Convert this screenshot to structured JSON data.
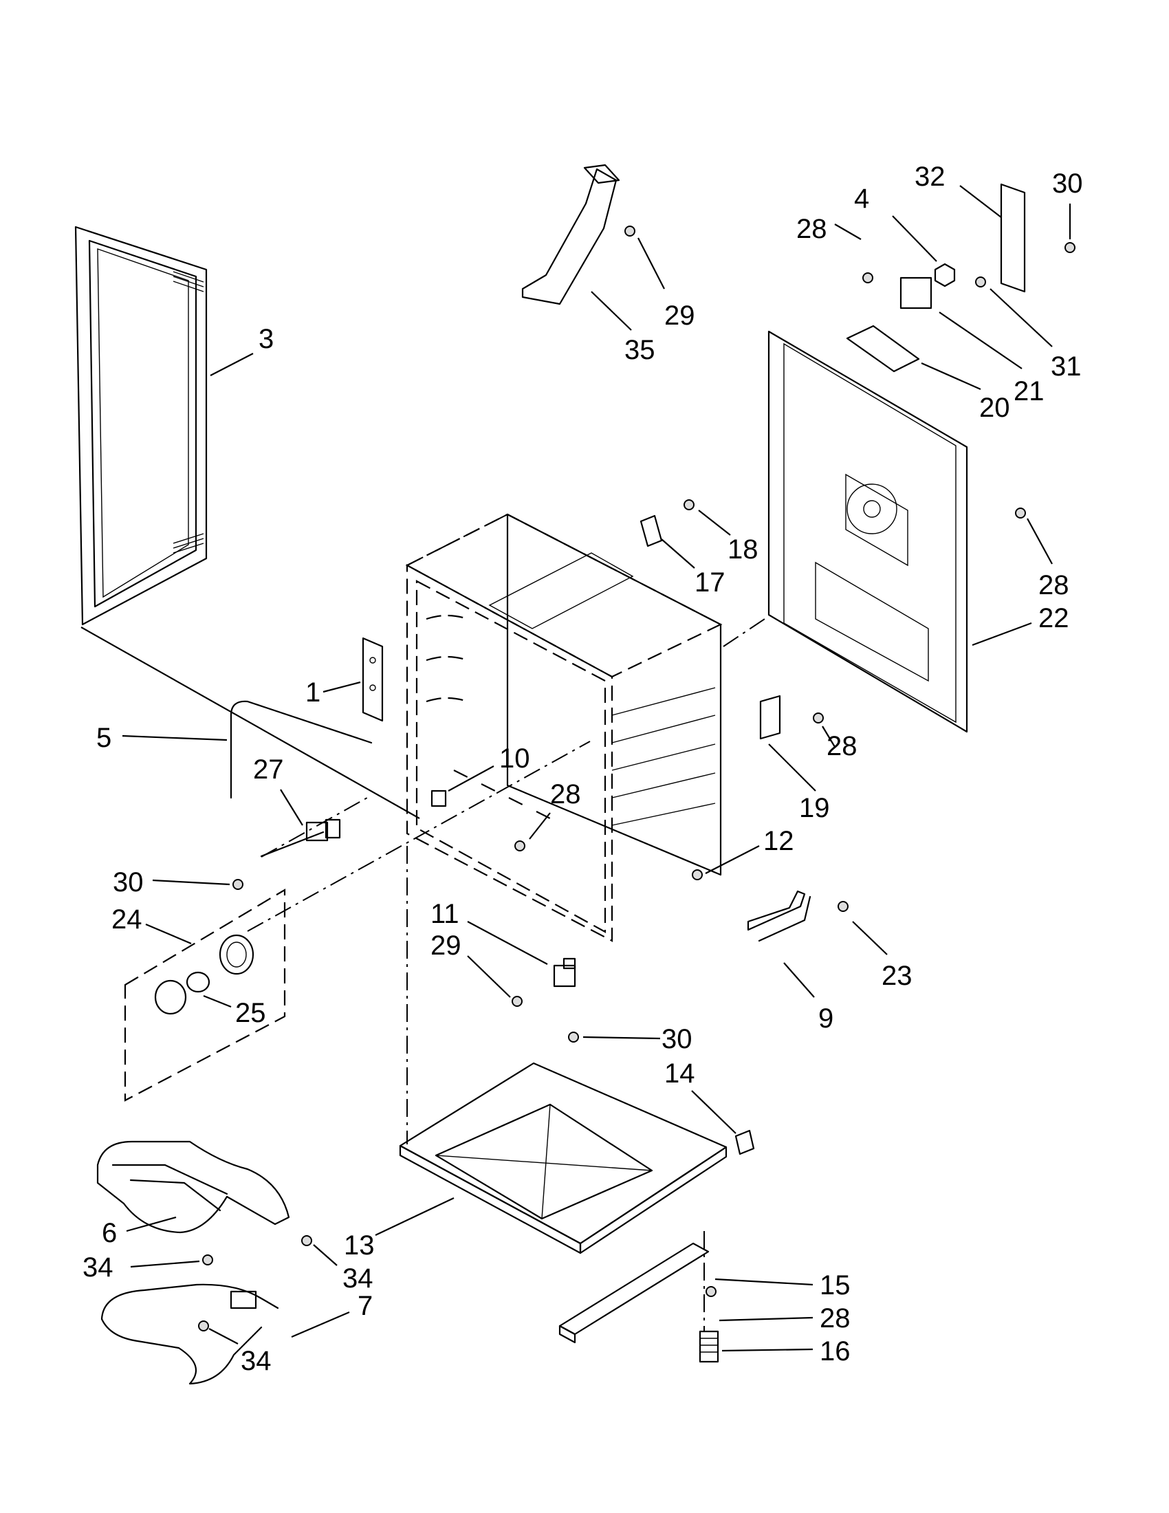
{
  "callouts": [
    {
      "id": "c1",
      "label": "1"
    },
    {
      "id": "c3",
      "label": "3"
    },
    {
      "id": "c4",
      "label": "4"
    },
    {
      "id": "c5",
      "label": "5"
    },
    {
      "id": "c6",
      "label": "6"
    },
    {
      "id": "c7",
      "label": "7"
    },
    {
      "id": "c9",
      "label": "9"
    },
    {
      "id": "c10",
      "label": "10"
    },
    {
      "id": "c11",
      "label": "11"
    },
    {
      "id": "c12",
      "label": "12"
    },
    {
      "id": "c13",
      "label": "13"
    },
    {
      "id": "c14",
      "label": "14"
    },
    {
      "id": "c15",
      "label": "15"
    },
    {
      "id": "c16",
      "label": "16"
    },
    {
      "id": "c17",
      "label": "17"
    },
    {
      "id": "c18",
      "label": "18"
    },
    {
      "id": "c19",
      "label": "19"
    },
    {
      "id": "c20",
      "label": "20"
    },
    {
      "id": "c21",
      "label": "21"
    },
    {
      "id": "c22",
      "label": "22"
    },
    {
      "id": "c23",
      "label": "23"
    },
    {
      "id": "c24",
      "label": "24"
    },
    {
      "id": "c25",
      "label": "25"
    },
    {
      "id": "c27",
      "label": "27"
    },
    {
      "id": "c28a",
      "label": "28"
    },
    {
      "id": "c28b",
      "label": "28"
    },
    {
      "id": "c28c",
      "label": "28"
    },
    {
      "id": "c28d",
      "label": "28"
    },
    {
      "id": "c28e",
      "label": "28"
    },
    {
      "id": "c29a",
      "label": "29"
    },
    {
      "id": "c29b",
      "label": "29"
    },
    {
      "id": "c30a",
      "label": "30"
    },
    {
      "id": "c30b",
      "label": "30"
    },
    {
      "id": "c30c",
      "label": "30"
    },
    {
      "id": "c31",
      "label": "31"
    },
    {
      "id": "c32",
      "label": "32"
    },
    {
      "id": "c34a",
      "label": "34"
    },
    {
      "id": "c34b",
      "label": "34"
    },
    {
      "id": "c34c",
      "label": "34"
    },
    {
      "id": "c35",
      "label": "35"
    }
  ]
}
